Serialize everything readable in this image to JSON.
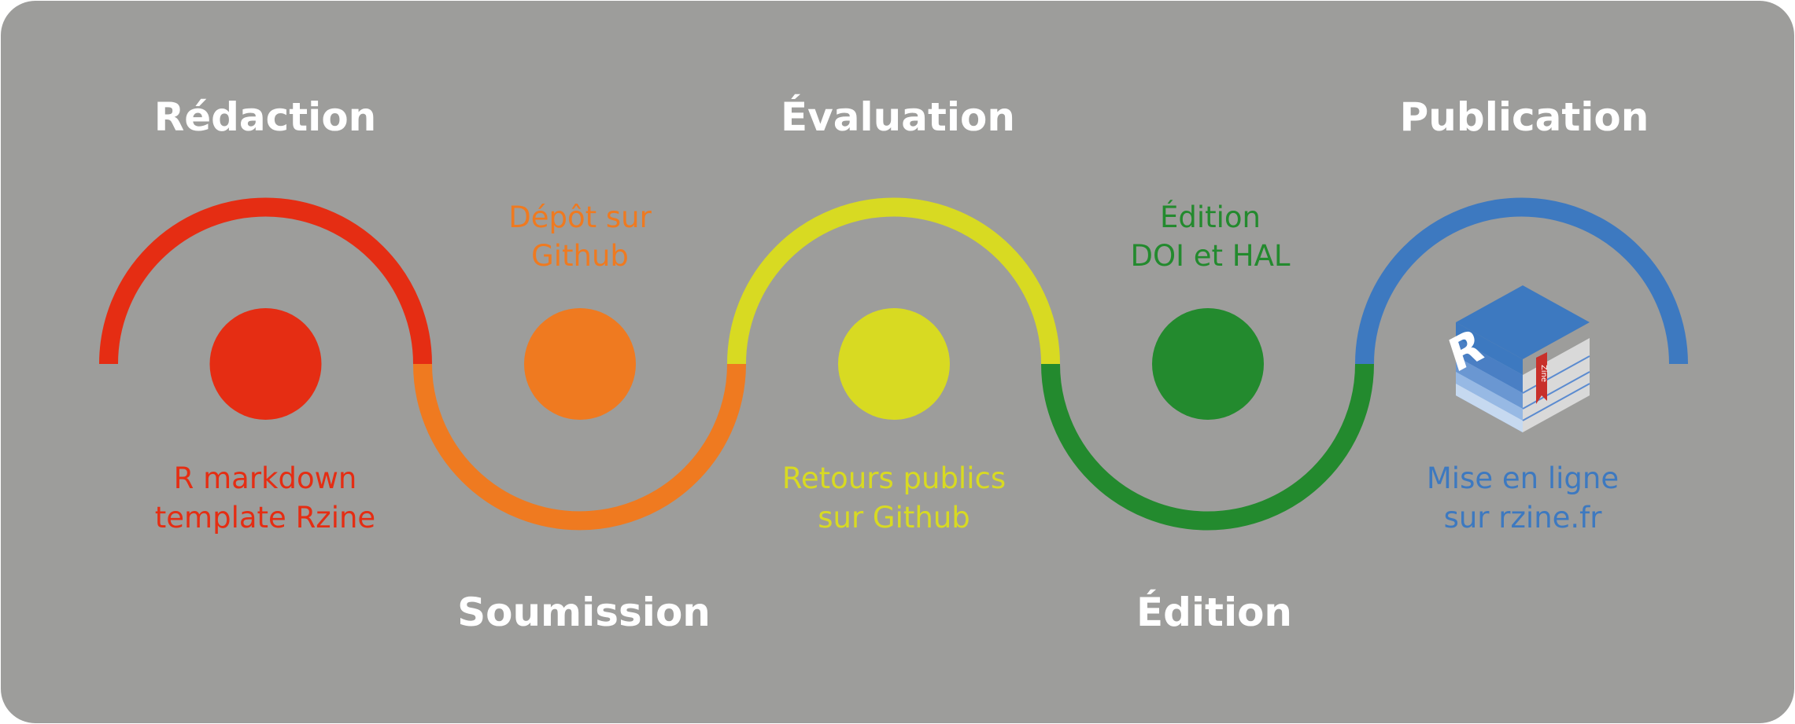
{
  "colors": {
    "background": "#9d9d9b",
    "redaction": "#e52d13",
    "soumission": "#ef7a20",
    "evaluation": "#d8da22",
    "edition": "#238a2e",
    "publication": "#3d79c0"
  },
  "stages": [
    {
      "title": "Rédaction",
      "line1": "R markdown",
      "line2": "template Rzine"
    },
    {
      "title": "Soumission",
      "line1": "Dépôt sur",
      "line2": "Github"
    },
    {
      "title": "Évaluation",
      "line1": "Retours publics",
      "line2": "sur Github"
    },
    {
      "title": "Édition",
      "line1": "Édition",
      "line2": "DOI et HAL"
    },
    {
      "title": "Publication",
      "line1": "Mise en ligne",
      "line2": "sur rzine.fr"
    }
  ],
  "logo": {
    "letter": "R",
    "ribbon_text": "Zine"
  }
}
